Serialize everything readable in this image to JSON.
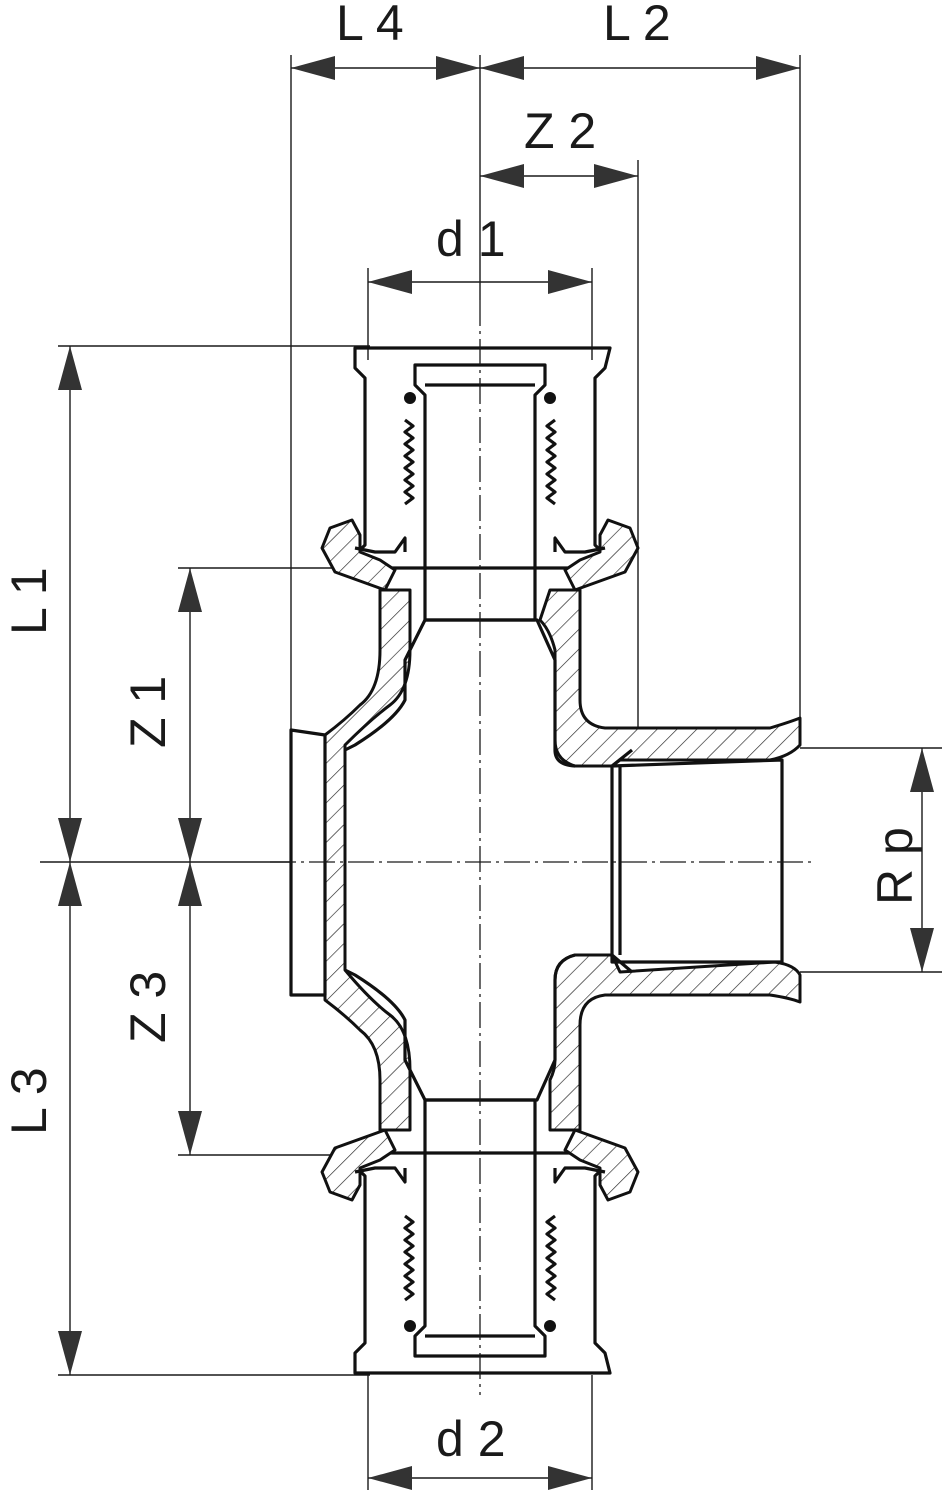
{
  "diagram": {
    "labels": {
      "L4": "L 4",
      "L2": "L 2",
      "Z2": "Z 2",
      "d1": "d 1",
      "L1": "L 1",
      "Z1": "Z 1",
      "Rp": "R p",
      "Z3": "Z 3",
      "L3": "L 3",
      "d2": "d 2"
    },
    "colors": {
      "line": "#111111",
      "arrow": "#333333",
      "background": "#ffffff"
    }
  }
}
